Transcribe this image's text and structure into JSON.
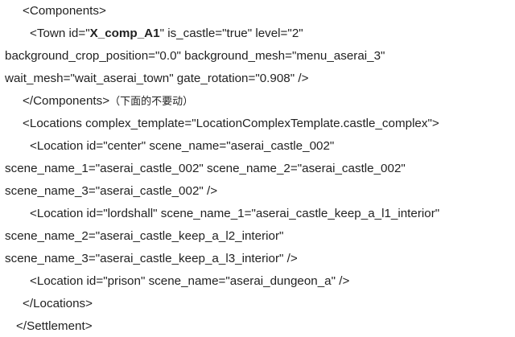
{
  "lines": {
    "l1": "<Components>",
    "l2_prefix": "<Town id=\"",
    "l2_id": "X_comp_A1",
    "l2_suffix": "\" is_castle=\"true\" level=\"2\"",
    "l3": "background_crop_position=\"0.0\" background_mesh=\"menu_aserai_3\"",
    "l4": "wait_mesh=\"wait_aserai_town\" gate_rotation=\"0.908\" />",
    "l5_code": "</Components>",
    "l5_note": "（下面的不要动）",
    "l6": "<Locations complex_template=\"LocationComplexTemplate.castle_complex\">",
    "l7": "<Location id=\"center\" scene_name=\"aserai_castle_002\"",
    "l8": "scene_name_1=\"aserai_castle_002\" scene_name_2=\"aserai_castle_002\"",
    "l9": "scene_name_3=\"aserai_castle_002\" />",
    "l10": "<Location id=\"lordshall\" scene_name_1=\"aserai_castle_keep_a_l1_interior\"",
    "l11": "scene_name_2=\"aserai_castle_keep_a_l2_interior\"",
    "l12": "scene_name_3=\"aserai_castle_keep_a_l3_interior\" />",
    "l13": "<Location id=\"prison\" scene_name=\"aserai_dungeon_a\" />",
    "l14": "</Locations>",
    "l15": "</Settlement>"
  },
  "colors": {
    "text": "#222222",
    "background": "#ffffff"
  }
}
